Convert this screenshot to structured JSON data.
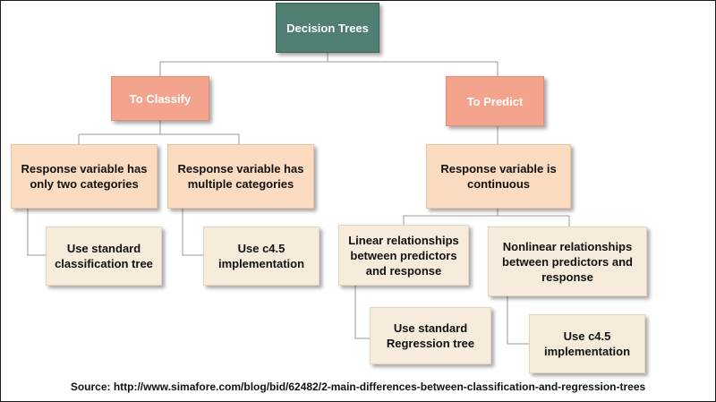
{
  "diagram": {
    "root": "Decision Trees",
    "classify": {
      "label": "To Classify",
      "children": [
        {
          "label": "Response variable has only two categories",
          "leaf": "Use standard classification tree"
        },
        {
          "label": "Response variable has multiple categories",
          "leaf": "Use c4.5 implementation"
        }
      ]
    },
    "predict": {
      "label": "To Predict",
      "response": "Response variable is continuous",
      "children": [
        {
          "label": "Linear relationships between predictors and response",
          "leaf": "Use standard Regression tree"
        },
        {
          "label": "Nonlinear relationships between predictors and response",
          "leaf": "Use c4.5 implementation"
        }
      ]
    }
  },
  "source": "Source: http://www.simafore.com/blog/bid/62482/2-main-differences-between-classification-and-regression-trees",
  "colors": {
    "root_fill": "#4f7f73",
    "category_fill": "#f4a48c",
    "response_fill": "#fbdcc0",
    "leaf_fill": "#f7ebdc",
    "connector": "#9a9a9a"
  }
}
